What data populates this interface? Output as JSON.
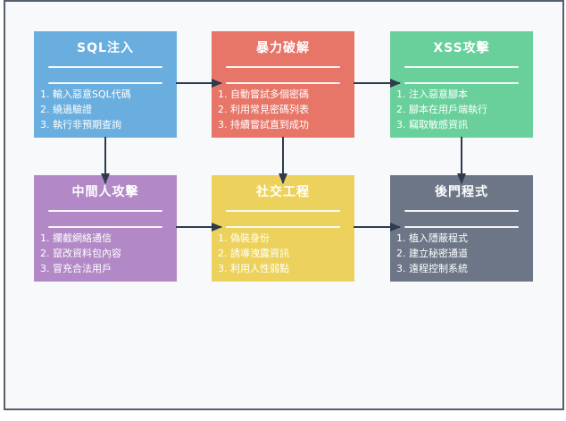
{
  "diagram": {
    "canvas_bg": "#f8f9fb",
    "border_color": "#55606e",
    "arrow_color": "#2f3b4d",
    "text_color": "#ffffff",
    "nodes": [
      {
        "id": "sql-injection",
        "title": "SQL注入",
        "color": "#69aede",
        "col": 0,
        "row": 0,
        "items": [
          "輸入惡意SQL代碼",
          "繞過驗證",
          "執行非預期查詢"
        ]
      },
      {
        "id": "brute-force",
        "title": "暴力破解",
        "color": "#e77568",
        "col": 1,
        "row": 0,
        "items": [
          "自動嘗試多個密碼",
          "利用常見密碼列表",
          "持續嘗試直到成功"
        ]
      },
      {
        "id": "xss-attack",
        "title": "XSS攻擊",
        "color": "#69d09c",
        "col": 2,
        "row": 0,
        "items": [
          "注入惡意腳本",
          "腳本在用戶端執行",
          "竊取敏感資訊"
        ]
      },
      {
        "id": "mitm-attack",
        "title": "中間人攻擊",
        "color": "#b289c6",
        "col": 0,
        "row": 1,
        "items": [
          "攔截網絡通信",
          "竄改資料包內容",
          "冒充合法用戶"
        ]
      },
      {
        "id": "social-engineering",
        "title": "社交工程",
        "color": "#ecd25c",
        "col": 1,
        "row": 1,
        "items": [
          "偽裝身份",
          "誘導洩露資訊",
          "利用人性弱點"
        ]
      },
      {
        "id": "backdoor-program",
        "title": "後門程式",
        "color": "#6c7686",
        "col": 2,
        "row": 1,
        "items": [
          "植入隱蔽程式",
          "建立秘密通道",
          "遠程控制系統"
        ]
      }
    ],
    "edges": [
      {
        "from": "sql-injection",
        "to": "brute-force"
      },
      {
        "from": "brute-force",
        "to": "xss-attack"
      },
      {
        "from": "sql-injection",
        "to": "mitm-attack"
      },
      {
        "from": "brute-force",
        "to": "social-engineering"
      },
      {
        "from": "xss-attack",
        "to": "backdoor-program"
      },
      {
        "from": "mitm-attack",
        "to": "social-engineering"
      },
      {
        "from": "social-engineering",
        "to": "backdoor-program"
      }
    ]
  }
}
